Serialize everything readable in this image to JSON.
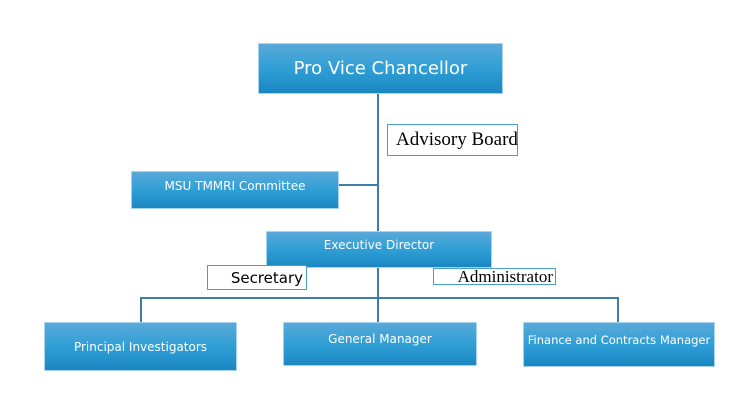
{
  "org_chart": {
    "top": {
      "label": "Pro Vice Chancellor"
    },
    "advisory": {
      "label": "Advisory Board"
    },
    "committee": {
      "label": "MSU TMMRI Committee"
    },
    "executive": {
      "label": "Executive Director"
    },
    "secretary": {
      "label": "Secretary"
    },
    "administrator": {
      "label": "Administrator"
    },
    "children": [
      {
        "label": "Principal Investigators"
      },
      {
        "label": "General Manager"
      },
      {
        "label": "Finance and Contracts Manager"
      }
    ]
  },
  "colors": {
    "box_fill": "#2f9fd6",
    "connector": "#3c7ea8",
    "label_border": "#4a9ccb"
  }
}
